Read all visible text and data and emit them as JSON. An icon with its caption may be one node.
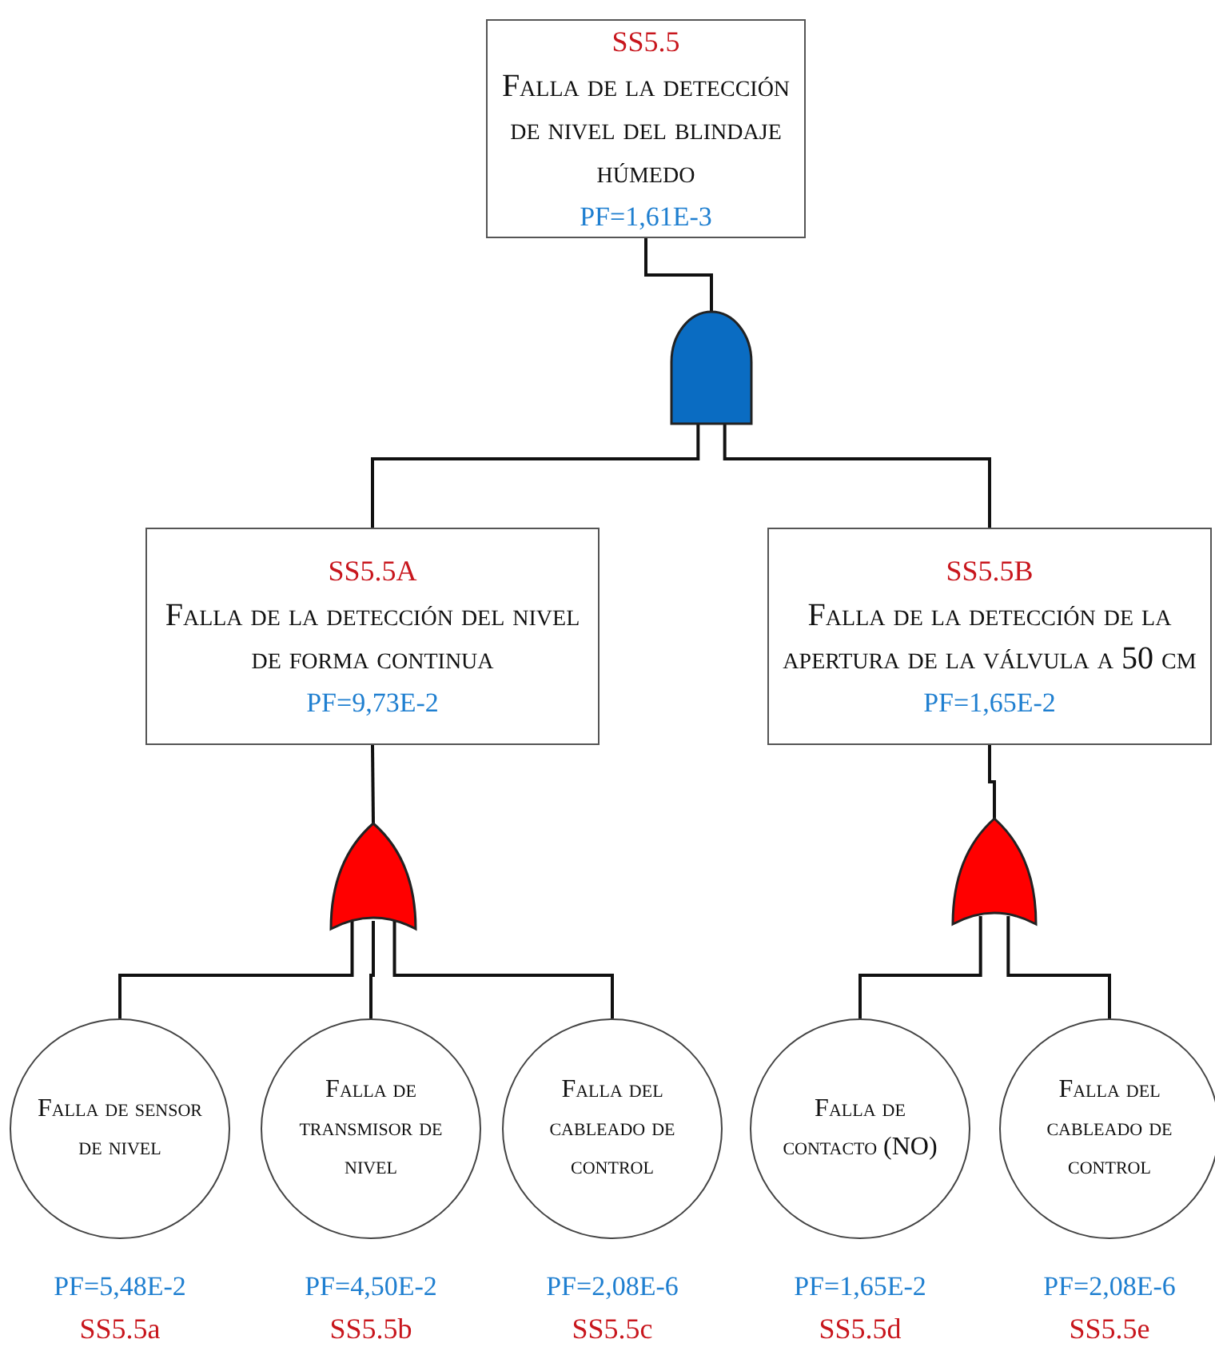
{
  "diagram": {
    "nodes": [
      {
        "text": [
          "SS5.5",
          "Falla de la detección de nivel del blindaje húmedo",
          "PF=1,61E-3"
        ]
      },
      {
        "text": [],
        "shape": "and-gate"
      },
      {
        "text": [
          "SS5.5A",
          "Falla de la detección del nivel de forma continua",
          "PF=9,73E-2"
        ]
      },
      {
        "text": [
          "SS5.5B",
          "Falla de la detección de la apertura de la válvula a 50 cm",
          "PF=1,65E-2"
        ]
      },
      {
        "text": [],
        "shape": "or-gate"
      },
      {
        "text": [],
        "shape": "or-gate"
      },
      {
        "text": [
          "Falla de sensor de nivel"
        ],
        "beside": [
          "PF=5,48E-2",
          "SS5.5a"
        ]
      },
      {
        "text": [
          "Falla de transmisor de nivel"
        ],
        "beside": [
          "PF=4,50E-2",
          "SS5.5b"
        ]
      },
      {
        "text": [
          "Falla del cableado de control"
        ],
        "beside": [
          "PF=2,08E-6",
          "SS5.5c"
        ]
      },
      {
        "text": [
          "Falla de contacto (NO)"
        ],
        "beside": [
          "PF=1,65E-2",
          "SS5.5d"
        ]
      },
      {
        "text": [
          "Falla del cableado de control"
        ],
        "beside": [
          "PF=2,08E-6",
          "SS5.5e"
        ]
      }
    ],
    "edges": [
      {
        "from": 0,
        "to": 1,
        "arrow": "none"
      },
      {
        "from": 1,
        "to": 2,
        "arrow": "none"
      },
      {
        "from": 1,
        "to": 3,
        "arrow": "none"
      },
      {
        "from": 2,
        "to": 4,
        "arrow": "none"
      },
      {
        "from": 3,
        "to": 5,
        "arrow": "none"
      },
      {
        "from": 4,
        "to": 6,
        "arrow": "none"
      },
      {
        "from": 4,
        "to": 7,
        "arrow": "none"
      },
      {
        "from": 4,
        "to": 8,
        "arrow": "none"
      },
      {
        "from": 5,
        "to": 9,
        "arrow": "none"
      },
      {
        "from": 5,
        "to": 10,
        "arrow": "none"
      }
    ]
  }
}
